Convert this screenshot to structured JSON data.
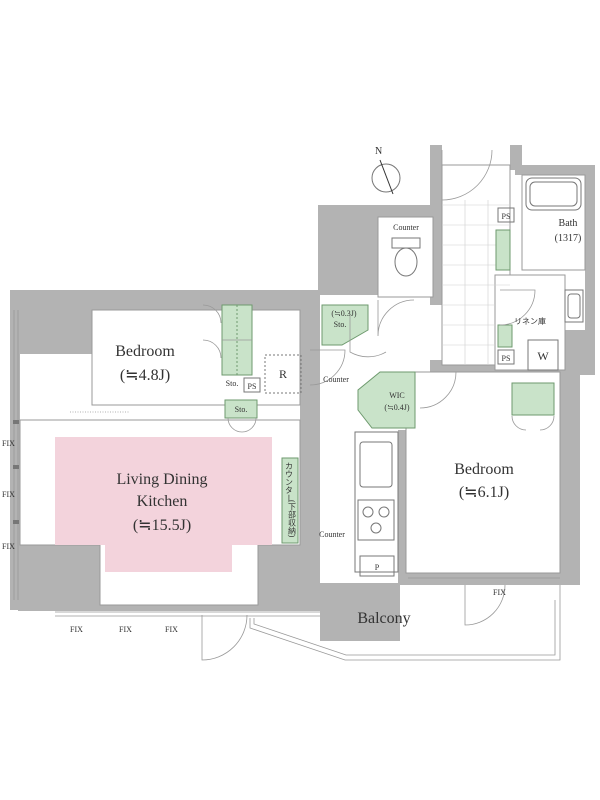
{
  "compass": {
    "north_label": "N"
  },
  "rooms": {
    "bedroom_west": {
      "name": "Bedroom",
      "size": "(≒4.8J)"
    },
    "ldk": {
      "line1": "Living Dining",
      "line2": "Kitchen",
      "size": "(≒15.5J)"
    },
    "bedroom_east": {
      "name": "Bedroom",
      "size": "(≒6.1J)"
    },
    "balcony": {
      "name": "Balcony"
    },
    "bath": {
      "name": "Bath",
      "size": "(1317)"
    },
    "wic": {
      "name": "WIC",
      "size": "(≒0.4J)"
    },
    "storage_small": {
      "size": "(≒0.3J)",
      "name": "Sto."
    }
  },
  "labels": {
    "counter_top": "Counter",
    "counter_mid": "Counter",
    "counter_kitchen": "Counter",
    "kitchen_counter_jp": "カウンター",
    "kitchen_counter_jp_sub": "(下部収納)",
    "sto_1": "Sto.",
    "sto_2": "Sto.",
    "ps_1": "PS",
    "ps_2": "PS",
    "ps_3": "PS",
    "r_box": "R",
    "w_box": "W",
    "p_box": "P",
    "linen": "リネン庫",
    "fix": [
      "FIX",
      "FIX",
      "FIX",
      "FIX",
      "FIX",
      "FIX",
      "FIX"
    ]
  },
  "colors": {
    "wall": "#b3b3b3",
    "storage_green": "#c9e3c9",
    "ldk_pink": "#f3d3dc"
  }
}
